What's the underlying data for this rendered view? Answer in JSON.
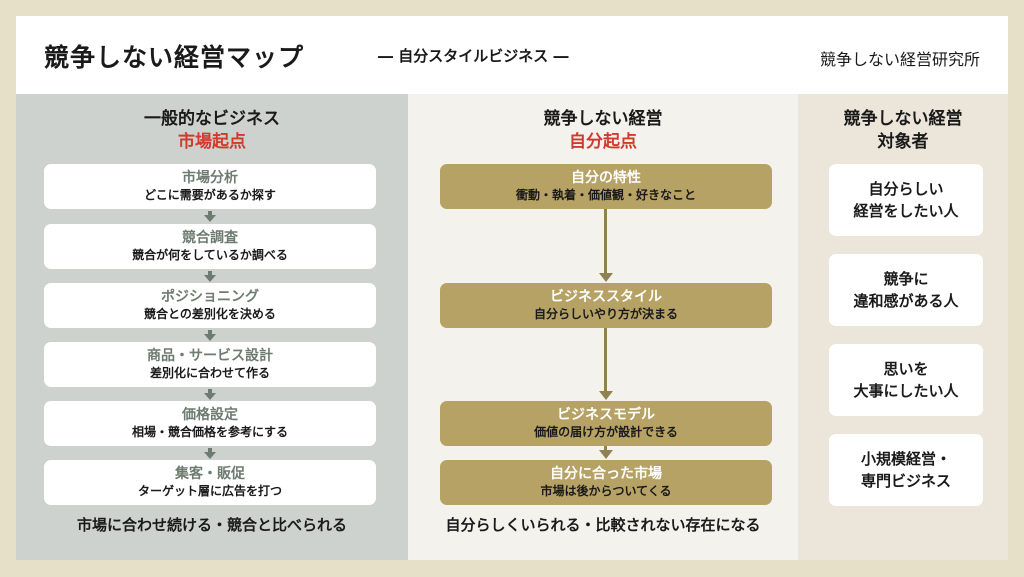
{
  "header": {
    "title": "競争しない経営マップ",
    "subtitle": "― 自分スタイルビジネス ―",
    "org": "競争しない経営研究所"
  },
  "left": {
    "heading": "一般的なビジネス",
    "origin": "市場起点",
    "steps": [
      {
        "title": "市場分析",
        "desc": "どこに需要があるか探す"
      },
      {
        "title": "競合調査",
        "desc": "競合が何をしているか調べる"
      },
      {
        "title": "ポジショニング",
        "desc": "競合との差別化を決める"
      },
      {
        "title": "商品・サービス設計",
        "desc": "差別化に合わせて作る"
      },
      {
        "title": "価格設定",
        "desc": "相場・競合価格を参考にする"
      },
      {
        "title": "集客・販促",
        "desc": "ターゲット層に広告を打つ"
      }
    ],
    "footer": "市場に合わせ続ける・競合と比べられる"
  },
  "middle": {
    "heading": "競争しない経営",
    "origin": "自分起点",
    "steps": [
      {
        "title": "自分の特性",
        "desc": "衝動・執着・価値観・好きなこと"
      },
      {
        "title": "ビジネススタイル",
        "desc": "自分らしいやり方が決まる"
      },
      {
        "title": "ビジネスモデル",
        "desc": "価値の届け方が設計できる"
      },
      {
        "title": "自分に合った市場",
        "desc": "市場は後からついてくる"
      }
    ],
    "footer": "自分らしくいられる・比較されない存在になる"
  },
  "right": {
    "heading1": "競争しない経営",
    "heading2": "対象者",
    "targets": [
      {
        "l1": "自分らしい",
        "l2": "経営をしたい人"
      },
      {
        "l1": "競争に",
        "l2": "違和感がある人"
      },
      {
        "l1": "思いを",
        "l2": "大事にしたい人"
      },
      {
        "l1": "小規模経営・",
        "l2": "専門ビジネス"
      }
    ]
  },
  "colors": {
    "accent_red": "#d23a2c",
    "gold": "#b6a264",
    "sage": "#6d7b70"
  }
}
